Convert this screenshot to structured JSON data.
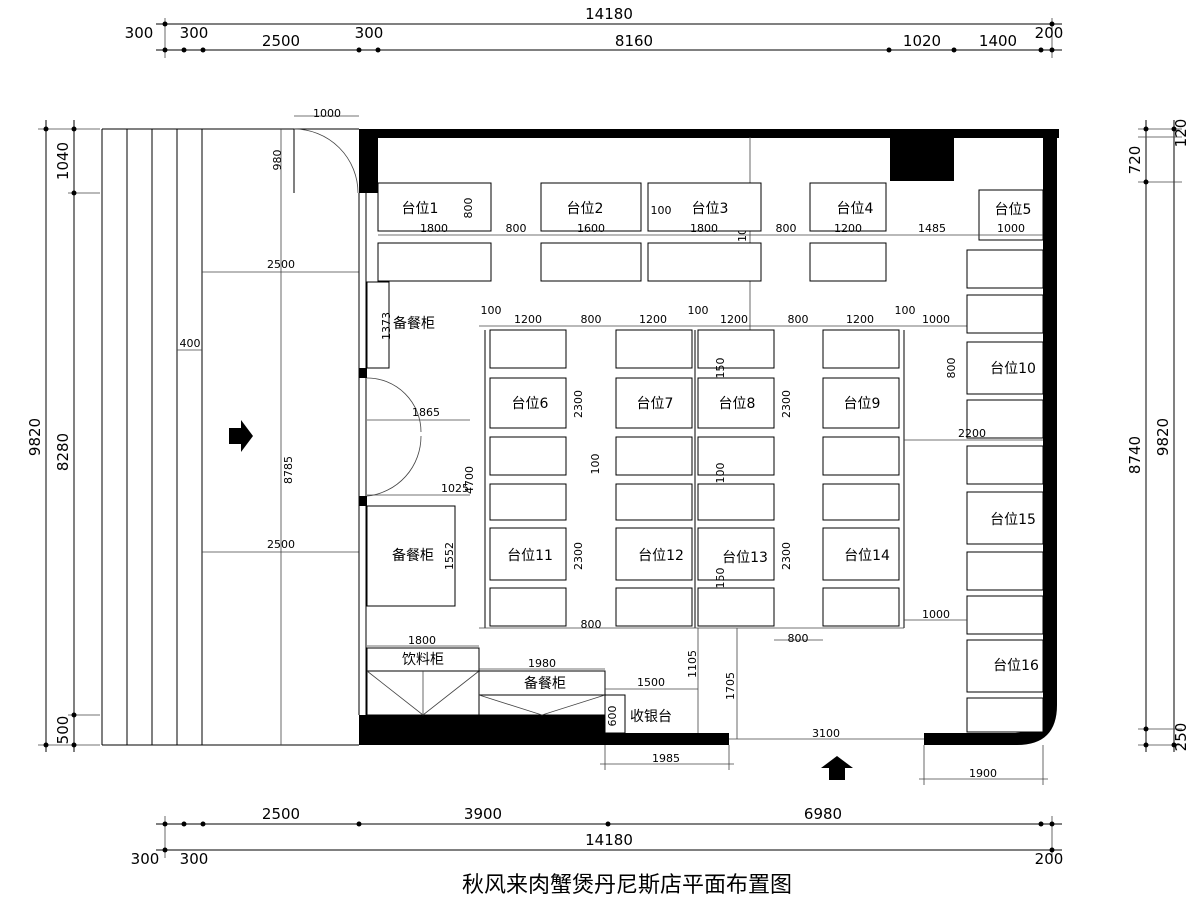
{
  "title": "秋风来肉蟹煲丹尼斯店平面布置图",
  "overall_dims": {
    "top_total": "14180",
    "top_segments": [
      "300",
      "300",
      "2500",
      "300",
      "8160",
      "1020",
      "1400",
      "200"
    ],
    "bottom_total": "14180",
    "bottom_segments_upper": [
      "2500",
      "3900",
      "6980"
    ],
    "bottom_segments_lower": [
      "300",
      "300",
      "200"
    ],
    "left_total": "9820",
    "left_segments": [
      "1040",
      "8280",
      "500"
    ],
    "right_total": "9820",
    "right_segments": [
      "120",
      "720",
      "8740",
      "250"
    ]
  },
  "tables": {
    "t1": "台位1",
    "t2": "台位2",
    "t3": "台位3",
    "t4": "台位4",
    "t5": "台位5",
    "t6": "台位6",
    "t7": "台位7",
    "t8": "台位8",
    "t9": "台位9",
    "t10": "台位10",
    "t11": "台位11",
    "t12": "台位12",
    "t13": "台位13",
    "t14": "台位14",
    "t15": "台位15",
    "t16": "台位16"
  },
  "furniture": {
    "sideboard_a": "备餐柜",
    "sideboard_b": "备餐柜",
    "sideboard_c": "备餐柜",
    "drinks_cabinet": "饮料柜",
    "cashier": "收银台"
  },
  "inner_dims": {
    "d1000_door": "1000",
    "d980": "980",
    "d800_t1": "800",
    "d1800_t1": "1800",
    "d800_a": "800",
    "d1600": "1600",
    "d100_a": "100",
    "d1800_t3": "1800",
    "d3100_v": "3100",
    "d800_b": "800",
    "d1200_t4": "1200",
    "d1485": "1485",
    "d1000_t5": "1000",
    "d2500_a": "2500",
    "d400": "400",
    "d8785": "8785",
    "d2500_b": "2500",
    "d1373": "1373",
    "d1865": "1865",
    "d1025": "1025",
    "d4700": "4700",
    "d1552": "1552",
    "row_100_a": "100",
    "row_1200_a": "1200",
    "row_800_a": "800",
    "row_1200_b": "1200",
    "row_100_b": "100",
    "row_1200_c": "1200",
    "row_800_b": "800",
    "row_1200_d": "1200",
    "row_100_c": "100",
    "row_1000": "1000",
    "row_1200_e": "1200",
    "d2300_a": "2300",
    "d2300_b": "2300",
    "d2300_c": "2300",
    "d2300_d": "2300",
    "d100_b": "100",
    "d100_c": "100",
    "d150_a": "150",
    "d150_b": "150",
    "d800_t10": "800",
    "d2200": "2200",
    "d1000_t16": "1000",
    "d800_bottom_a": "800",
    "d800_bottom_b": "800",
    "d1800_drinks": "1800",
    "d1980": "1980",
    "d1500": "1500",
    "d600": "600",
    "d1105": "1105",
    "d1705": "1705",
    "d3100_h": "3100",
    "d1985": "1985",
    "d1900": "1900"
  }
}
